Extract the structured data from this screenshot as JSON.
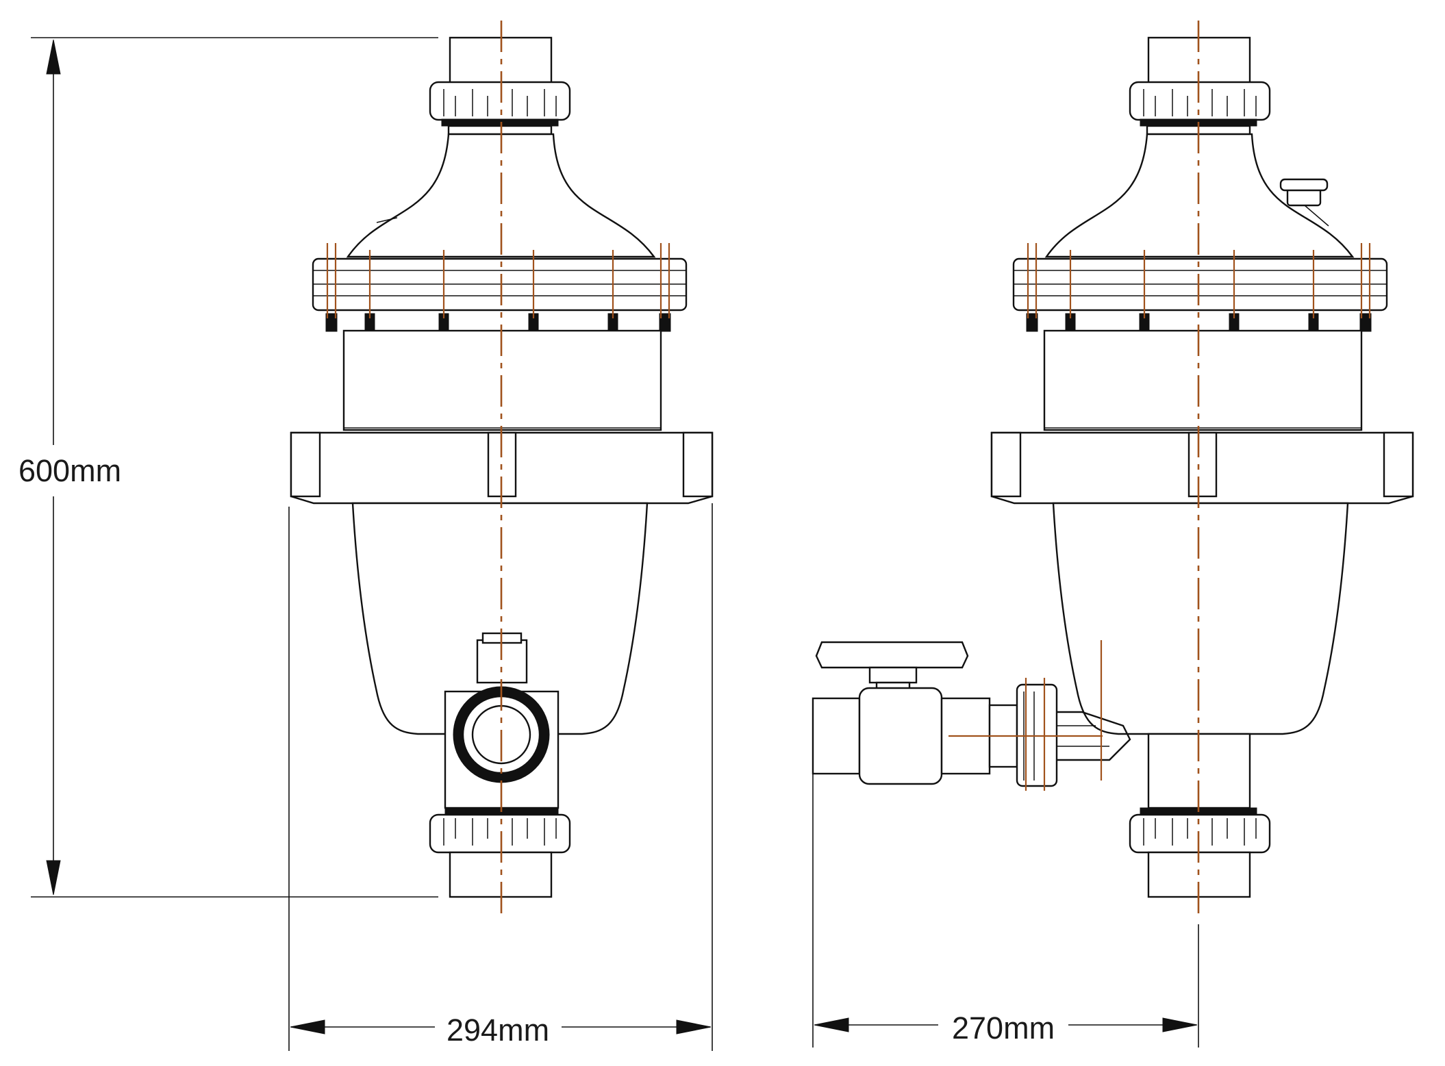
{
  "dimensions": {
    "height": "600mm",
    "width_front": "294mm",
    "width_side": "270mm"
  },
  "colors": {
    "outline": "#111111",
    "centerline": "#a0521c",
    "background": "#ffffff"
  }
}
